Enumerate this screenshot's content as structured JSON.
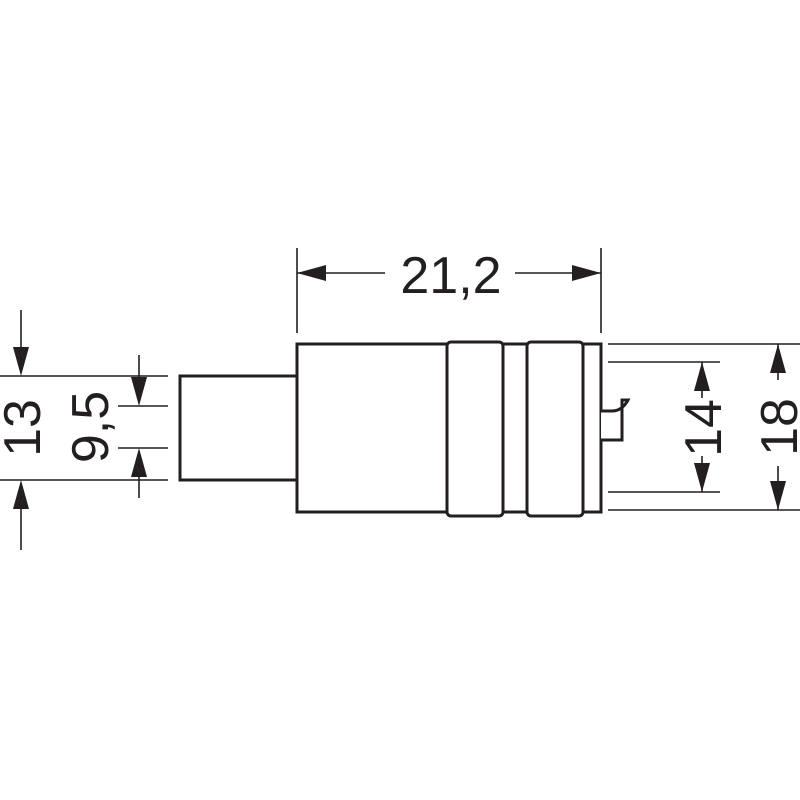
{
  "drawing": {
    "ink_color": "#231f20",
    "background": "#ffffff",
    "dimensions": {
      "body_length": "21,2",
      "outer_diameter": "18",
      "inner_diameter": "14",
      "cable_outer": "13",
      "cable_inner": "9,5"
    }
  }
}
